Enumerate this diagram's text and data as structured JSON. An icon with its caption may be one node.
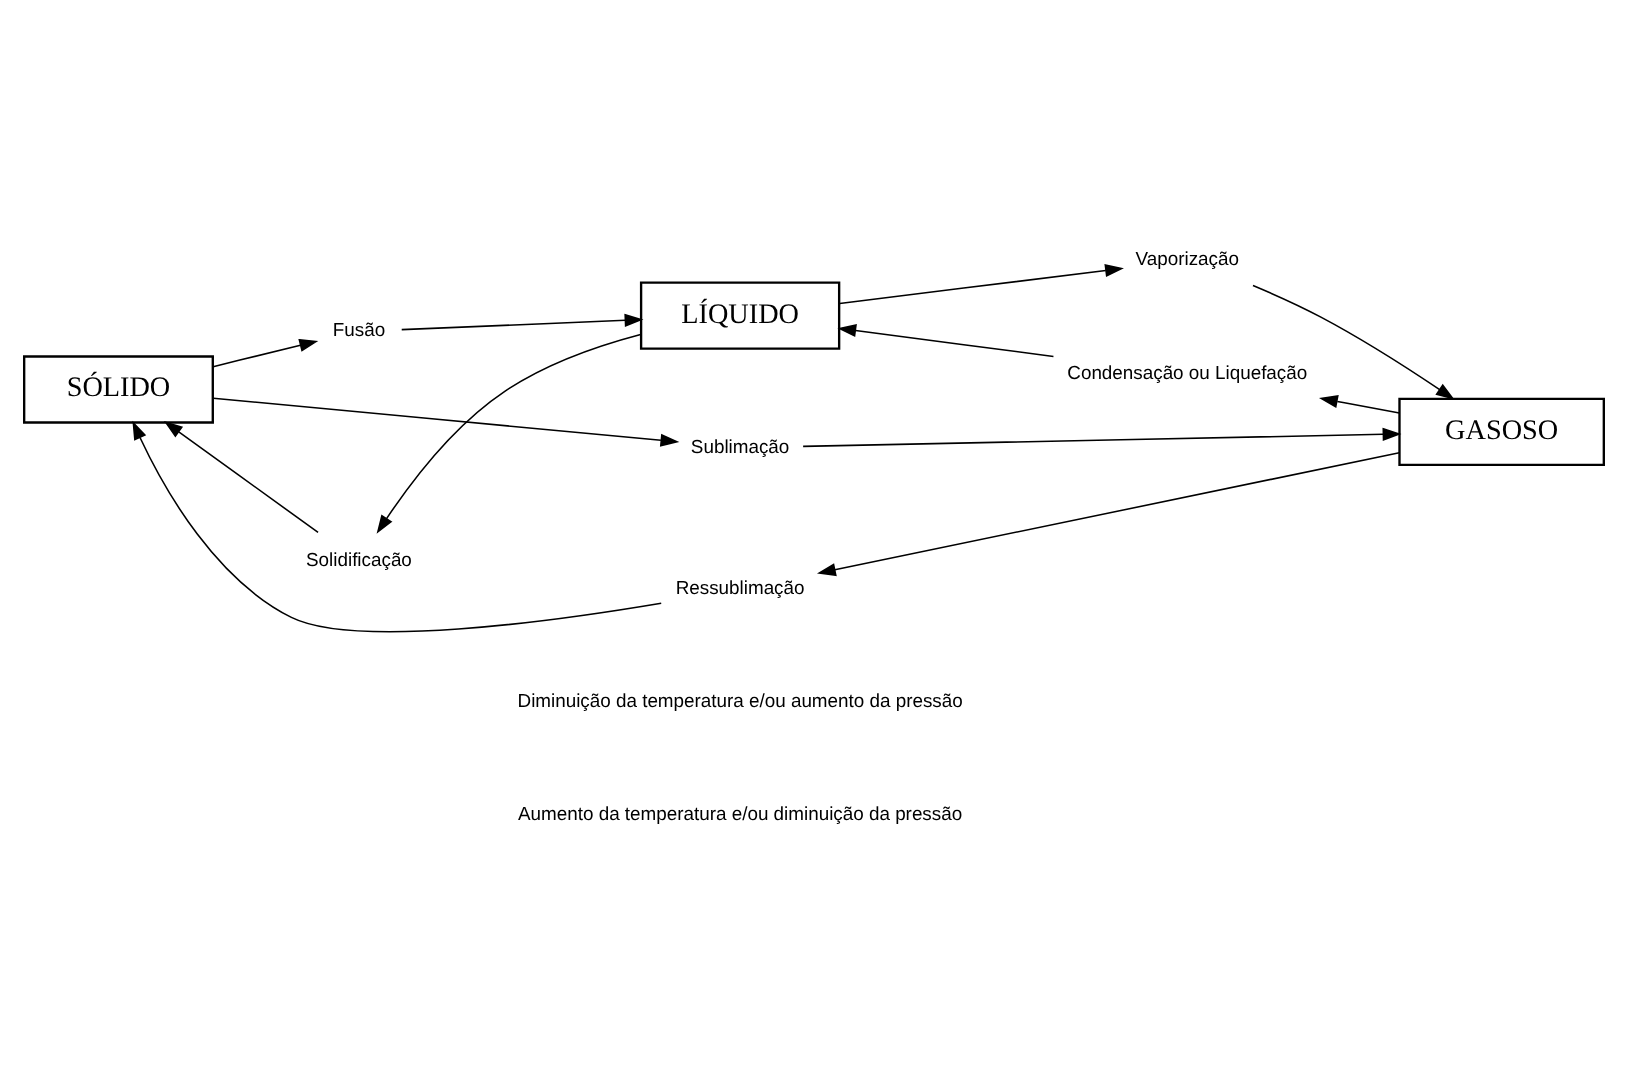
{
  "diagram": {
    "nodes": [
      {
        "text": [
          "SÓLIDO"
        ]
      },
      {
        "text": [
          "LÍQUIDO"
        ]
      },
      {
        "text": [
          "GASOSO"
        ]
      },
      {
        "text": [
          "Sublimação"
        ]
      },
      {
        "text": [
          "Fusão"
        ]
      },
      {
        "text": [
          "Vaporização"
        ]
      },
      {
        "text": [
          "Solidificação"
        ]
      },
      {
        "text": [
          "Condensação ou Liquefação"
        ]
      },
      {
        "text": [
          "Ressublimação"
        ]
      }
    ],
    "edges": [
      {
        "from": 0,
        "to": 3,
        "arrow": "to"
      },
      {
        "from": 3,
        "to": 2,
        "arrow": "to"
      },
      {
        "from": 0,
        "to": 4,
        "arrow": "to"
      },
      {
        "from": 4,
        "to": 1,
        "arrow": "to"
      },
      {
        "from": 1,
        "to": 5,
        "arrow": "to"
      },
      {
        "from": 5,
        "to": 2,
        "arrow": "to"
      },
      {
        "from": 2,
        "to": 7,
        "arrow": "to"
      },
      {
        "from": 7,
        "to": 1,
        "arrow": "to"
      },
      {
        "from": 1,
        "to": 6,
        "arrow": "to"
      },
      {
        "from": 6,
        "to": 0,
        "arrow": "to"
      },
      {
        "from": 2,
        "to": 8,
        "arrow": "to"
      },
      {
        "from": 8,
        "to": 0,
        "arrow": "to"
      }
    ],
    "labels": [
      "Aumento da temperatura e/ou diminuição da pressão",
      "Diminuição da temperatura e/ou aumento da pressão"
    ]
  }
}
